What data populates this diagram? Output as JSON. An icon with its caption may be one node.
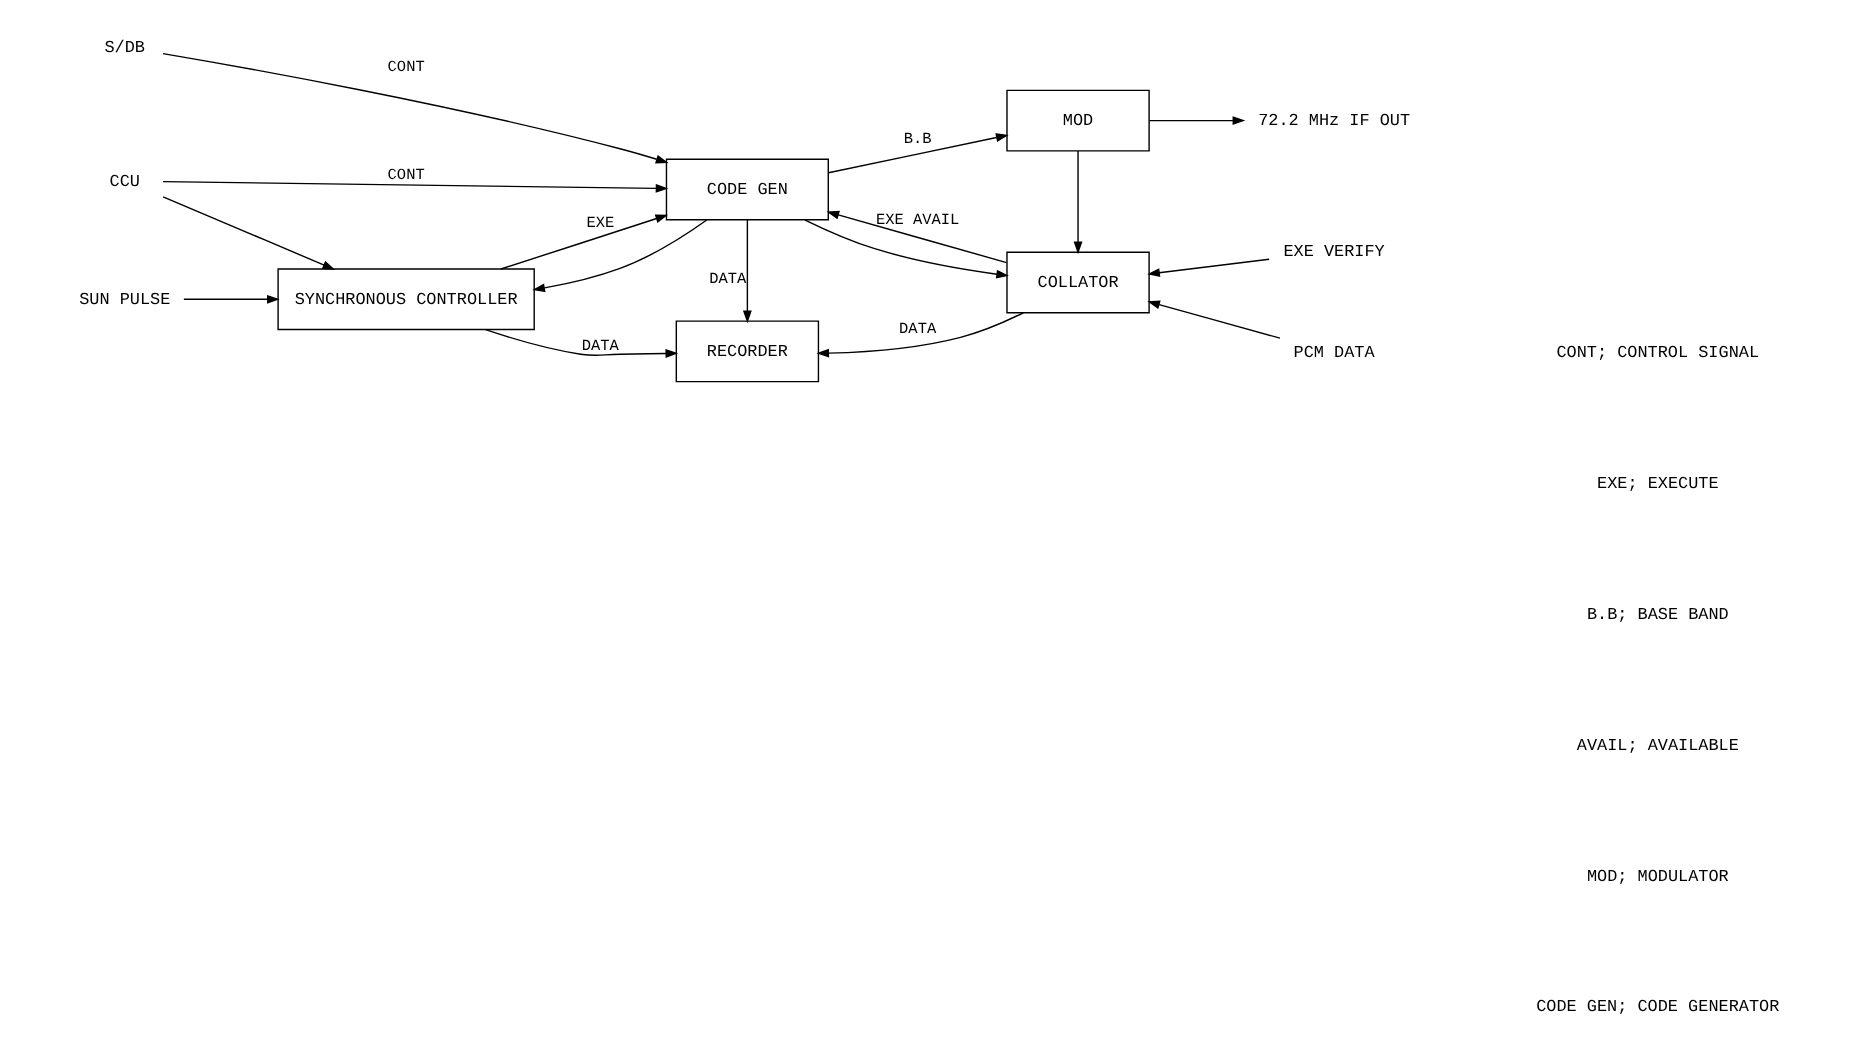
{
  "diagram": {
    "nodes": [
      {
        "text": [
          "CCU"
        ]
      },
      {
        "text": [
          "S/DB"
        ]
      },
      {
        "text": [
          "CODE GEN"
        ]
      },
      {
        "text": [
          "MOD"
        ]
      },
      {
        "text": [
          "72.2 MHz IF OUT"
        ]
      },
      {
        "text": [
          "SUN PULSE"
        ]
      },
      {
        "text": [
          "SYNCHRONOUS CONTROLLER"
        ]
      },
      {
        "text": [
          "RECORDER"
        ]
      },
      {
        "text": [
          "COLLATOR"
        ]
      },
      {
        "text": [
          "PCM DATA"
        ]
      },
      {
        "text": [
          "EXE VERIFY"
        ]
      }
    ],
    "edges": [
      {
        "from": 0,
        "to": 2,
        "arrow": "to",
        "label": "CONT"
      },
      {
        "from": 0,
        "to": 6,
        "arrow": "to"
      },
      {
        "from": 1,
        "to": 2,
        "arrow": "to",
        "label": "CONT"
      },
      {
        "from": 2,
        "to": 6,
        "arrow": "to"
      },
      {
        "from": 2,
        "to": 3,
        "arrow": "to",
        "label": "B.B"
      },
      {
        "from": 2,
        "to": 8,
        "arrow": "to"
      },
      {
        "from": 3,
        "to": 4,
        "arrow": "to"
      },
      {
        "from": 3,
        "to": 8,
        "arrow": "to"
      },
      {
        "from": 6,
        "to": 2,
        "arrow": "to",
        "label": "EXE"
      },
      {
        "from": 2,
        "to": 7,
        "arrow": "to",
        "label": "DATA"
      },
      {
        "from": 8,
        "to": 2,
        "arrow": "to",
        "label": "EXE AVAIL"
      },
      {
        "from": 5,
        "to": 6,
        "arrow": "to"
      },
      {
        "from": 6,
        "to": 7,
        "arrow": "to",
        "label": "DATA"
      },
      {
        "from": 8,
        "to": 7,
        "arrow": "to",
        "label": "DATA"
      },
      {
        "from": 9,
        "to": 8,
        "arrow": "to"
      },
      {
        "from": 10,
        "to": 8,
        "arrow": "to"
      }
    ],
    "labels": [
      "CONT; CONTROL SIGNAL",
      "EXE; EXECUTE",
      "B.B; BASE BAND",
      "AVAIL; AVAILABLE",
      "MOD; MODULATOR",
      "CODE GEN; CODE GENERATOR"
    ]
  }
}
